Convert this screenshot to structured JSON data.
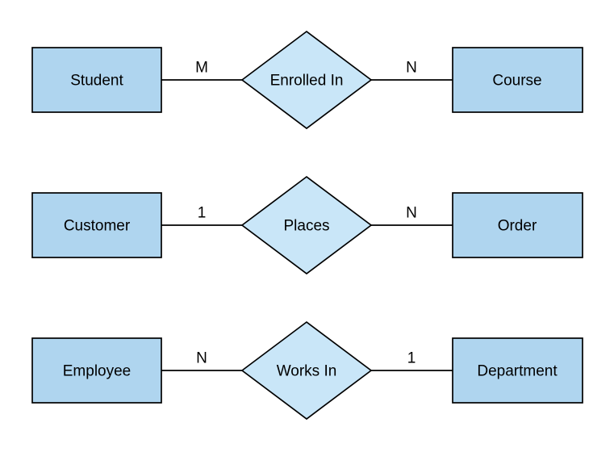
{
  "colors": {
    "background": "#FFFFFF",
    "entity_fill": "#AFD5EF",
    "relationship_fill": "#C9E6F8",
    "stroke": "#000000",
    "text": "#000000"
  },
  "diagram": {
    "rows": [
      {
        "left_entity": "Student",
        "left_cardinality": "M",
        "relationship": "Enrolled In",
        "right_cardinality": "N",
        "right_entity": "Course"
      },
      {
        "left_entity": "Customer",
        "left_cardinality": "1",
        "relationship": "Places",
        "right_cardinality": "N",
        "right_entity": "Order"
      },
      {
        "left_entity": "Employee",
        "left_cardinality": "N",
        "relationship": "Works In",
        "right_cardinality": "1",
        "right_entity": "Department"
      }
    ]
  }
}
